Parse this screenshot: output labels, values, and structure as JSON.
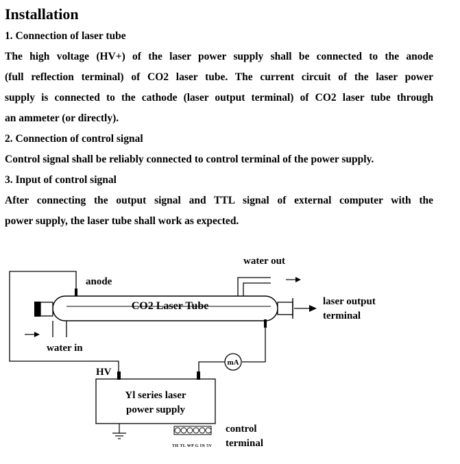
{
  "document": {
    "title": "Installation",
    "section1": {
      "heading": "1. Connection of laser tube",
      "lines": [
        "The high voltage (HV+) of the laser power supply shall be connected to the anode",
        "(full reflection terminal) of CO2 laser tube. The current circuit of the laser power",
        "supply is connected to the cathode (laser output terminal) of CO2 laser tube through",
        "an ammeter (or directly)."
      ]
    },
    "section2": {
      "heading": "2. Connection of control signal",
      "line": "Control signal shall be reliably connected to control terminal of the power supply."
    },
    "section3": {
      "heading": "3. Input of control signal",
      "lines": [
        "After connecting the output signal and TTL signal of external computer with the",
        "power supply, the laser tube shall work as expected."
      ]
    }
  },
  "diagram": {
    "water_out": "water out",
    "anode": "anode",
    "tube_label": "CO2 Laser Tube",
    "laser_output_line1": "laser output",
    "laser_output_line2": "terminal",
    "water_in": "water in",
    "hv": "HV",
    "ammeter": "mA",
    "power_supply_line1": "Yl series laser",
    "power_supply_line2": "power supply",
    "terminal_pins": "TH TL WP G IN 5V",
    "control_terminal_line1": "control",
    "control_terminal_line2": "terminal"
  }
}
